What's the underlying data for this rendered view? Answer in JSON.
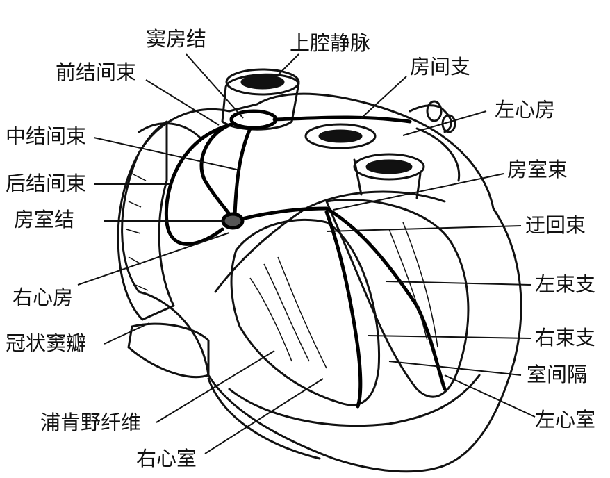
{
  "labels": {
    "sinoatrial_node": "窦房结",
    "superior_vena_cava": "上腔静脉",
    "anterior_internodal": "前结间束",
    "interatrial_branch": "房间支",
    "left_atrium": "左心房",
    "middle_internodal": "中结间束",
    "av_bundle": "房室束",
    "posterior_internodal": "后结间束",
    "av_node": "房室结",
    "recurrent_bundle": "迂回束",
    "right_atrium": "右心房",
    "left_bundle_branch": "左束支",
    "coronary_sinus_valve": "冠状窦瓣",
    "right_bundle_branch": "右束支",
    "interventricular_septum": "室间隔",
    "purkinje_fibers": "浦肯野纤维",
    "left_ventricle": "左心室",
    "right_ventricle": "右心室"
  }
}
